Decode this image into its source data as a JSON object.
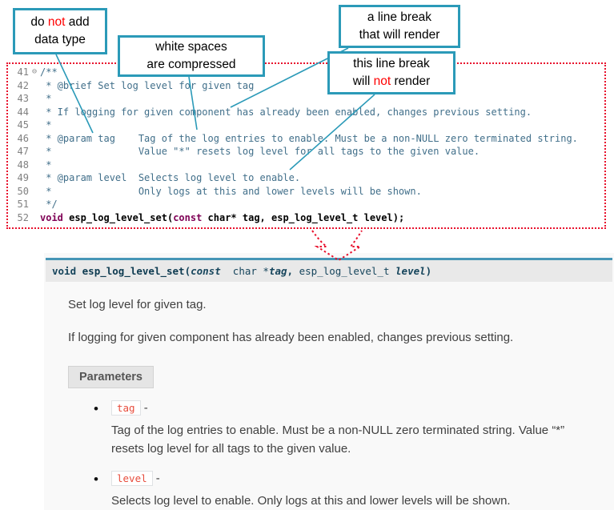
{
  "colors": {
    "callout_border_teal": "#2b9ab8",
    "callout_emphasis_red": "#ff0000",
    "frame_dotted_red": "#e8112d",
    "code_comment_blue": "#416f8a",
    "code_keyword_purple": "#7f0055",
    "signature_accent_teal": "#4696b6",
    "inline_code_red": "#e74c3c"
  },
  "callouts": {
    "c1": {
      "t1": "do ",
      "red": "not",
      "t2": " add",
      "line2": "data type"
    },
    "c2": {
      "line1": "white spaces",
      "line2": "are compressed"
    },
    "c3": {
      "line1": "a line break",
      "line2": "that will render"
    },
    "c4": {
      "line1": "this line break",
      "t1": "will ",
      "red": "not",
      "t2": " render"
    }
  },
  "code": {
    "fold_marker": "⊖",
    "lines": [
      {
        "num": "41",
        "text": "/**"
      },
      {
        "num": "42",
        "text": " * @brief Set log level for given tag"
      },
      {
        "num": "43",
        "text": " *"
      },
      {
        "num": "44",
        "text": " * If logging for given component has already been enabled, changes previous setting."
      },
      {
        "num": "45",
        "text": " *"
      },
      {
        "num": "46",
        "text": " * @param tag    Tag of the log entries to enable. Must be a non-NULL zero terminated string."
      },
      {
        "num": "47",
        "text": " *               Value \"*\" resets log level for all tags to the given value."
      },
      {
        "num": "48",
        "text": " *"
      },
      {
        "num": "49",
        "text": " * @param level  Selects log level to enable."
      },
      {
        "num": "50",
        "text": " *               Only logs at this and lower levels will be shown."
      },
      {
        "num": "51",
        "text": " */"
      }
    ],
    "signature_line": {
      "num": "52",
      "kw1": "void",
      "seg1": " esp_log_level_set(",
      "kw2": "const",
      "seg2": " char* tag, esp_log_level_t level);"
    }
  },
  "docs": {
    "signature": {
      "kw_void": "void ",
      "name": "esp_log_level_set",
      "open": "(",
      "kw_const": "const ",
      "type1": " char *",
      "param1": "tag",
      "sep": ", ",
      "type2": "esp_log_level_t ",
      "param2": "level",
      "close": ")"
    },
    "p1": "Set log level for given tag.",
    "p2": "If logging for given component has already been enabled, changes previous setting.",
    "parameters_label": "Parameters",
    "params": [
      {
        "name": "tag",
        "dash": " -",
        "desc": "Tag of the log entries to enable. Must be a non-NULL zero terminated string. Value “*” resets log level for all tags to the given value."
      },
      {
        "name": "level",
        "dash": " -",
        "desc": "Selects log level to enable. Only logs at this and lower levels will be shown."
      }
    ]
  }
}
